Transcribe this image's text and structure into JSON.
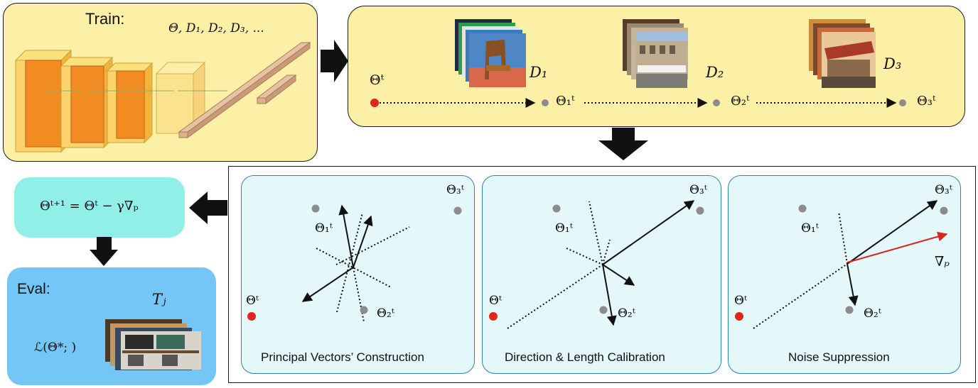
{
  "train": {
    "title": "Train:",
    "params": "Θ, D₁, D₂, D₃, ..."
  },
  "sequence": {
    "start": "Θᵗ",
    "datasets": [
      "D₁",
      "D₂",
      "D₃"
    ],
    "steps": [
      "Θ₁ᵗ",
      "Θ₂ᵗ",
      "Θ₃ᵗ"
    ]
  },
  "update": {
    "formula": "Θᵗ⁺¹ = Θᵗ − γ∇ₚ"
  },
  "eval": {
    "title": "Eval:",
    "task": "Tⱼ",
    "loss": "ℒ(Θ*; )"
  },
  "panels": [
    {
      "caption": "Principal Vectors’ Construction",
      "theta_t": "Θᵗ",
      "theta1": "Θ₁ᵗ",
      "theta2": "Θ₂ᵗ",
      "theta3": "Θ₃ᵗ"
    },
    {
      "caption": "Direction & Length Calibration",
      "theta_t": "Θᵗ",
      "theta1": "Θ₁ᵗ",
      "theta2": "Θ₂ᵗ",
      "theta3": "Θ₃ᵗ"
    },
    {
      "caption": "Noise Suppression",
      "theta_t": "Θᵗ",
      "theta1": "Θ₁ᵗ",
      "theta2": "Θ₂ᵗ",
      "theta3": "Θ₃ᵗ",
      "grad": "∇ₚ"
    }
  ],
  "colors": {
    "train_bg": "#fcefa6",
    "update_bg": "#90f0e8",
    "eval_bg": "#73c6f5",
    "panel_bg": "#e4f8f9",
    "panel_border": "#2d86a8",
    "start_point": "#e0261b",
    "step_point": "#8c8c8c",
    "grad_arrow": "#d9261c",
    "conv_block": "#f08c22"
  }
}
